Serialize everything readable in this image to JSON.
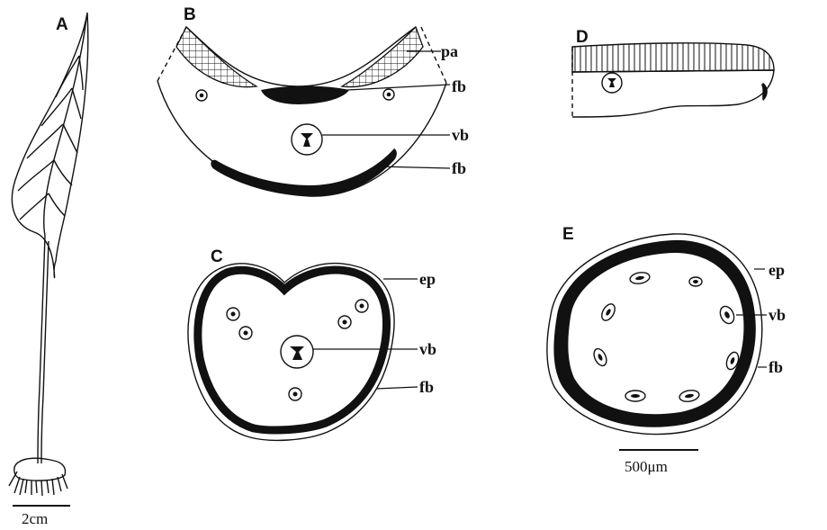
{
  "panels": {
    "a": {
      "letter": "A"
    },
    "b": {
      "letter": "B"
    },
    "c": {
      "letter": "C"
    },
    "d": {
      "letter": "D"
    },
    "e": {
      "letter": "E"
    }
  },
  "labels": {
    "b_pa": "pa",
    "b_fb_top": "fb",
    "b_vb": "vb",
    "b_fb_bottom": "fb",
    "c_ep": "ep",
    "c_vb": "vb",
    "c_fb": "fb",
    "e_ep": "ep",
    "e_vb": "vb",
    "e_fb": "fb"
  },
  "scale_bars": {
    "plant": "2cm",
    "section": "500μm"
  }
}
